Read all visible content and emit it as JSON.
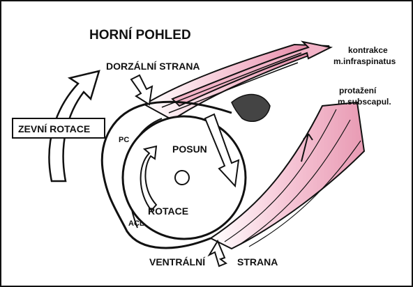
{
  "title": "HORNÍ POHLED",
  "labels": {
    "dorsal_side": "DORZÁLNÍ STRANA",
    "external_rotation": "ZEVNÍ ROTACE",
    "pc": "PC",
    "acl": "ACL",
    "shift": "POSUN",
    "rotation": "ROTACE",
    "ventral": "VENTRÁLNÍ",
    "side": "STRANA",
    "contraction_line1": "kontrakce",
    "contraction_line2": "m.infraspinatus",
    "stretch_line1": "protažení",
    "stretch_line2": "m.subscapul."
  },
  "colors": {
    "muscle_pink": "#f2b3c7",
    "muscle_dark": "#e07c9c",
    "ink": "#111111"
  }
}
